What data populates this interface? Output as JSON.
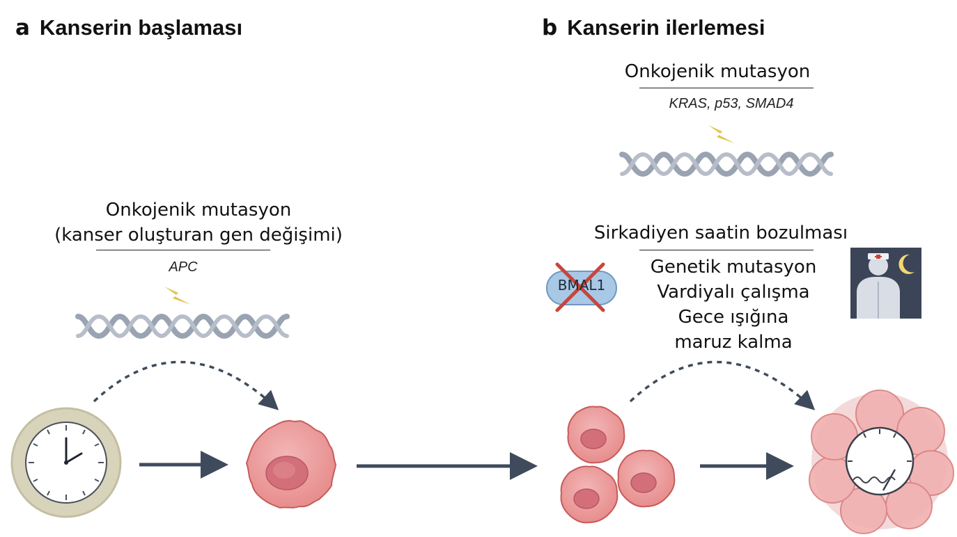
{
  "panel_a": {
    "letter": "a",
    "title": "Kanserin başlaması",
    "mutation_line1": "Onkojenik mutasyon",
    "mutation_line2": "(kanser oluşturan gen değişimi)",
    "gene": "APC"
  },
  "panel_b": {
    "letter": "b",
    "title": "Kanserin ilerlemesi",
    "mutation_title": "Onkojenik mutasyon",
    "genes": "KRAS, p53, SMAD4",
    "disruption_title": "Sirkadiyen saatin bozulması",
    "causes": [
      "Genetik mutasyon",
      "Vardiyalı çalışma",
      "Gece ışığına",
      "maruz kalma"
    ],
    "bmal_label": "BMAL1"
  },
  "colors": {
    "arrow": "#3f4b5c",
    "cell_fill": "#ec9e9e",
    "cell_edge": "#c75b5b",
    "nucleus": "#d26f78",
    "dna": "#9aa3b1",
    "bolt": "#e2c34f",
    "bmal_fill": "#a9c8e6",
    "cross": "#c8453a",
    "night_bg": "#3c4558",
    "moon": "#f3d872"
  },
  "icons": [
    "clock-icon",
    "dna-icon",
    "lightning-bolt-icon",
    "cancer-cell-icon",
    "tumor-icon",
    "night-shift-worker-icon",
    "moon-icon",
    "crossed-out-icon"
  ]
}
